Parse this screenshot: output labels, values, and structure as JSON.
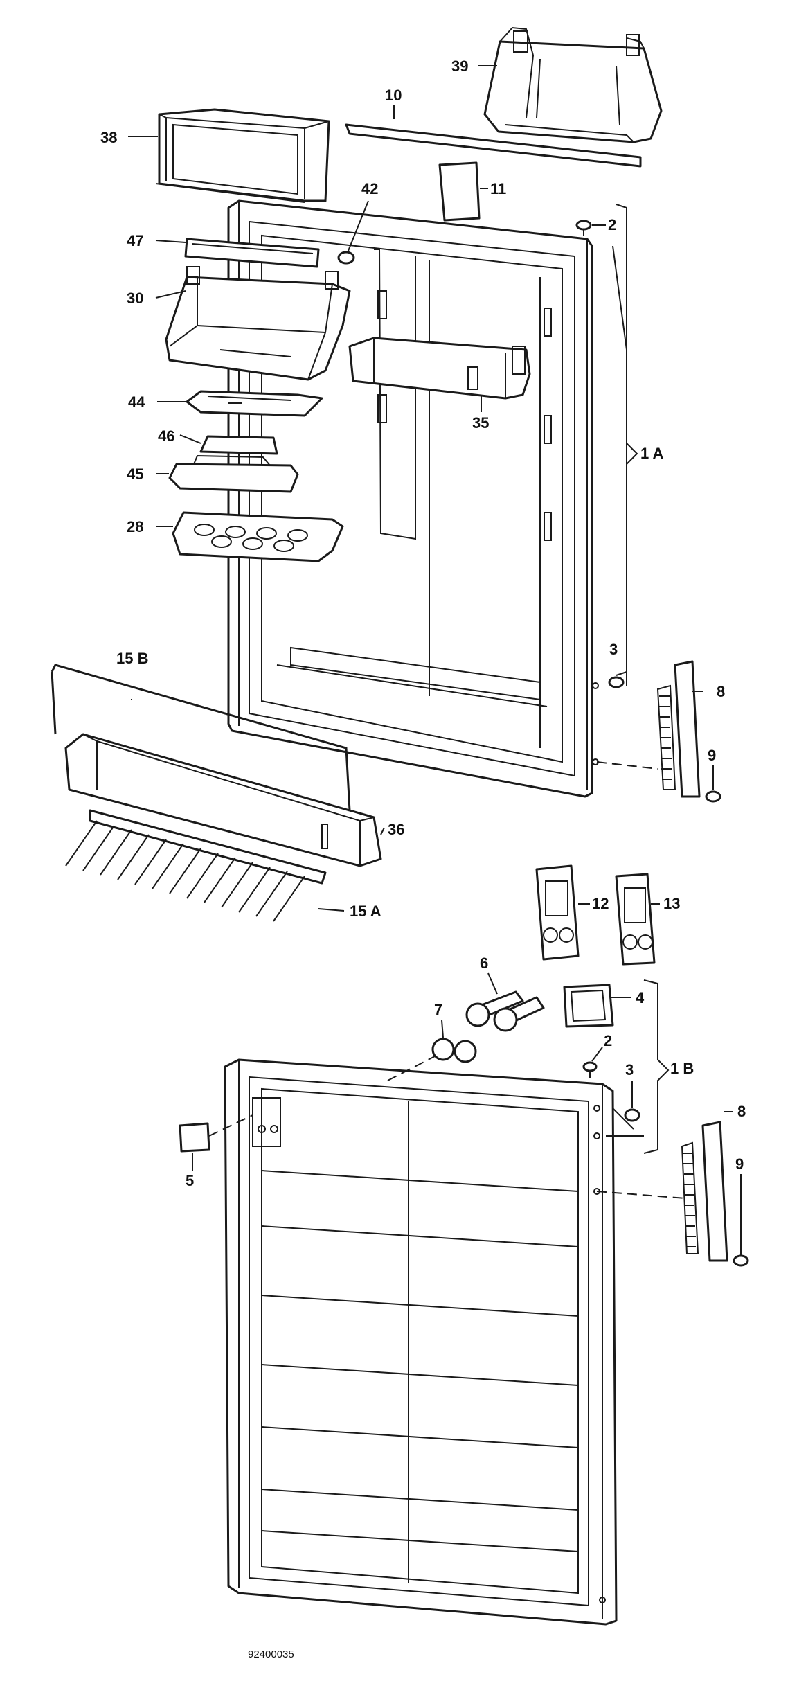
{
  "drawing_number": "92400035",
  "callouts": [
    {
      "id": "c39",
      "text": "39"
    },
    {
      "id": "c10",
      "text": "10"
    },
    {
      "id": "c38",
      "text": "38"
    },
    {
      "id": "c42",
      "text": "42"
    },
    {
      "id": "c11",
      "text": "11"
    },
    {
      "id": "c2a",
      "text": "2"
    },
    {
      "id": "c47",
      "text": "47"
    },
    {
      "id": "c30",
      "text": "30"
    },
    {
      "id": "c44",
      "text": "44"
    },
    {
      "id": "c35",
      "text": "35"
    },
    {
      "id": "c46",
      "text": "46"
    },
    {
      "id": "c1A",
      "text": "1 A"
    },
    {
      "id": "c45",
      "text": "45"
    },
    {
      "id": "c28",
      "text": "28"
    },
    {
      "id": "c3a",
      "text": "3"
    },
    {
      "id": "c15B",
      "text": "15 B"
    },
    {
      "id": "c8a",
      "text": "8"
    },
    {
      "id": "c9a",
      "text": "9"
    },
    {
      "id": "c36",
      "text": "36"
    },
    {
      "id": "c12",
      "text": "12"
    },
    {
      "id": "c13",
      "text": "13"
    },
    {
      "id": "c15A",
      "text": "15 A"
    },
    {
      "id": "c6",
      "text": "6"
    },
    {
      "id": "c4",
      "text": "4"
    },
    {
      "id": "c7",
      "text": "7"
    },
    {
      "id": "c2b",
      "text": "2"
    },
    {
      "id": "c1B",
      "text": "1 B"
    },
    {
      "id": "c3b",
      "text": "3"
    },
    {
      "id": "c8b",
      "text": "8"
    },
    {
      "id": "c5",
      "text": "5"
    },
    {
      "id": "c9b",
      "text": "9"
    }
  ]
}
